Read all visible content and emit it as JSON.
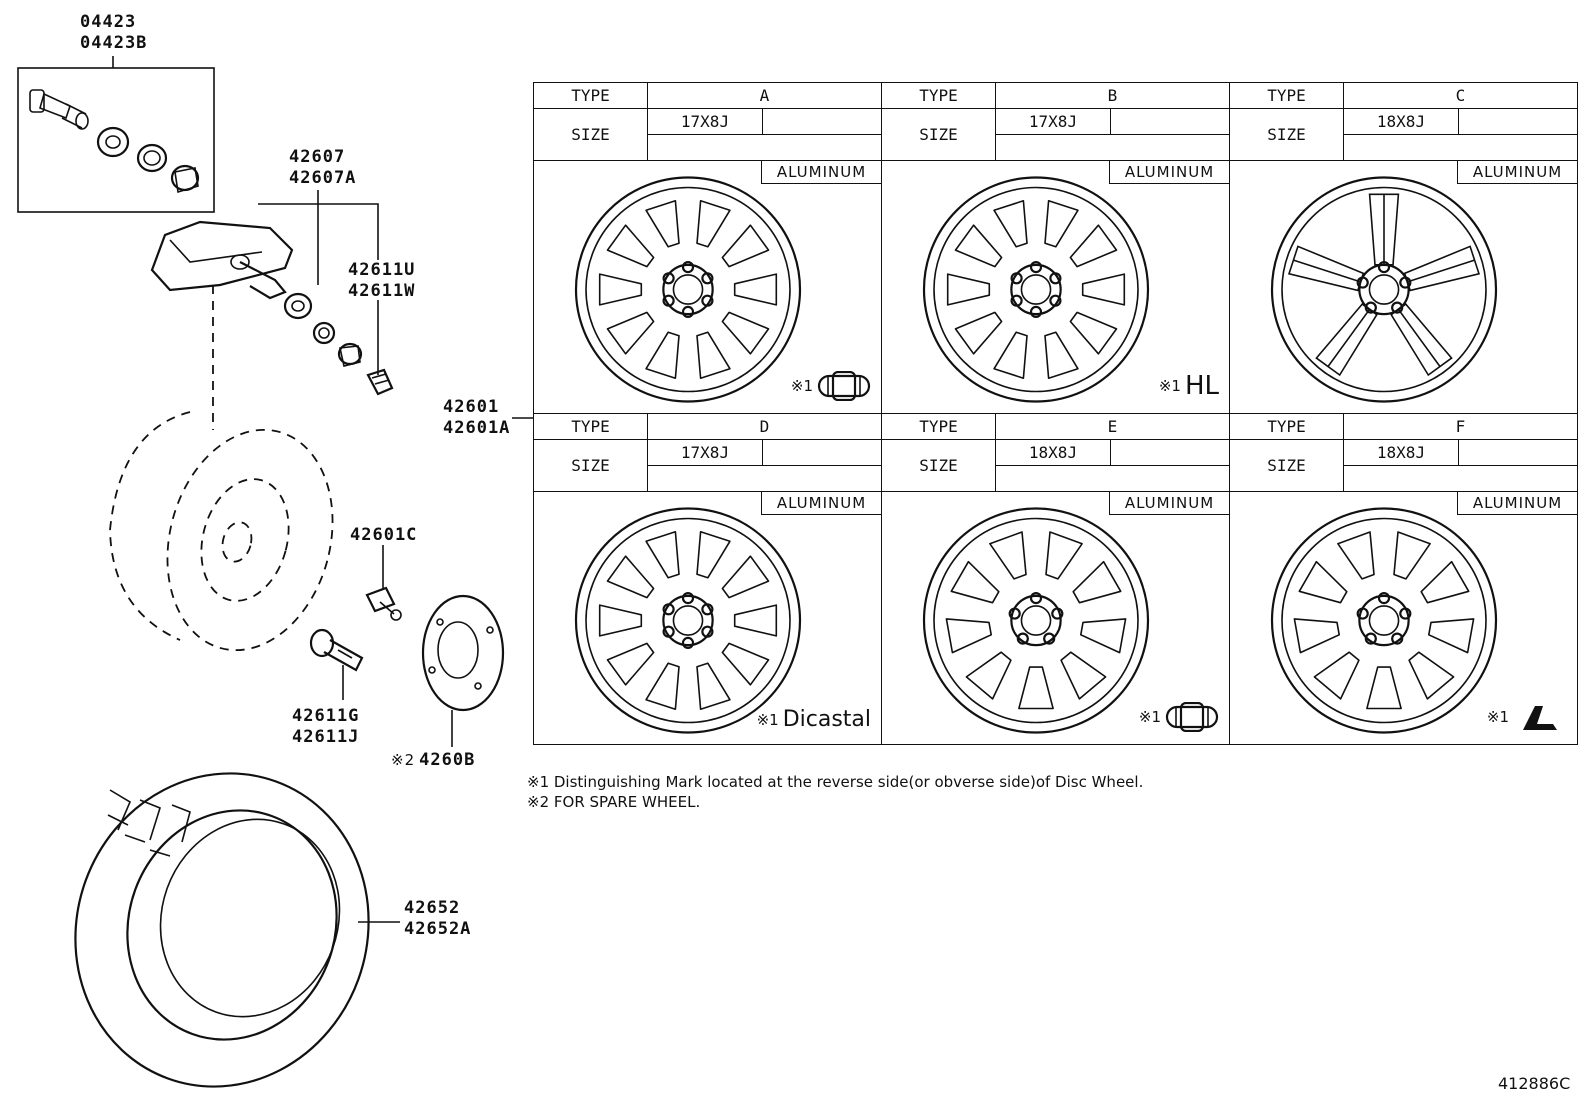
{
  "parts": {
    "grommet_kit": [
      "04423",
      "04423B"
    ],
    "sensor": [
      "42607",
      "42607A"
    ],
    "valve_cap": [
      "42611U",
      "42611W"
    ],
    "disc_wheel": [
      "42601",
      "42601A"
    ],
    "hub_nut": "42601C",
    "valve": [
      "42611G",
      "42611J"
    ],
    "spare_ornament_mark": "※2",
    "spare_ornament": "4260B",
    "tire": [
      "42652",
      "42652A"
    ]
  },
  "table": {
    "type_label": "TYPE",
    "size_label": "SIZE",
    "wheels": [
      {
        "type": "A",
        "size": "17X8J",
        "material": "ALUMINUM",
        "mark_prefix": "※1",
        "mark": "",
        "mark_icon": "capsule-mark-icon",
        "spokes": 10
      },
      {
        "type": "B",
        "size": "17X8J",
        "material": "ALUMINUM",
        "mark_prefix": "※1",
        "mark": "HL",
        "mark_icon": "",
        "spokes": 10
      },
      {
        "type": "C",
        "size": "18X8J",
        "material": "ALUMINUM",
        "mark_prefix": "",
        "mark": "",
        "mark_icon": "",
        "spokes": 5
      },
      {
        "type": "D",
        "size": "17X8J",
        "material": "ALUMINUM",
        "mark_prefix": "※1",
        "mark": "Dicastal",
        "mark_icon": "",
        "spokes": 10
      },
      {
        "type": "E",
        "size": "18X8J",
        "material": "ALUMINUM",
        "mark_prefix": "※1",
        "mark": "",
        "mark_icon": "capsule-mark-icon",
        "spokes": 9
      },
      {
        "type": "F",
        "size": "18X8J",
        "material": "ALUMINUM",
        "mark_prefix": "※1",
        "mark": "",
        "mark_icon": "lexus-mark-icon",
        "spokes": 9
      }
    ]
  },
  "notes": {
    "note1": "※1 Distinguishing Mark located at the reverse side(or obverse side)of Disc Wheel.",
    "note2": "※2 FOR SPARE WHEEL."
  },
  "diagram_id": "412886C"
}
